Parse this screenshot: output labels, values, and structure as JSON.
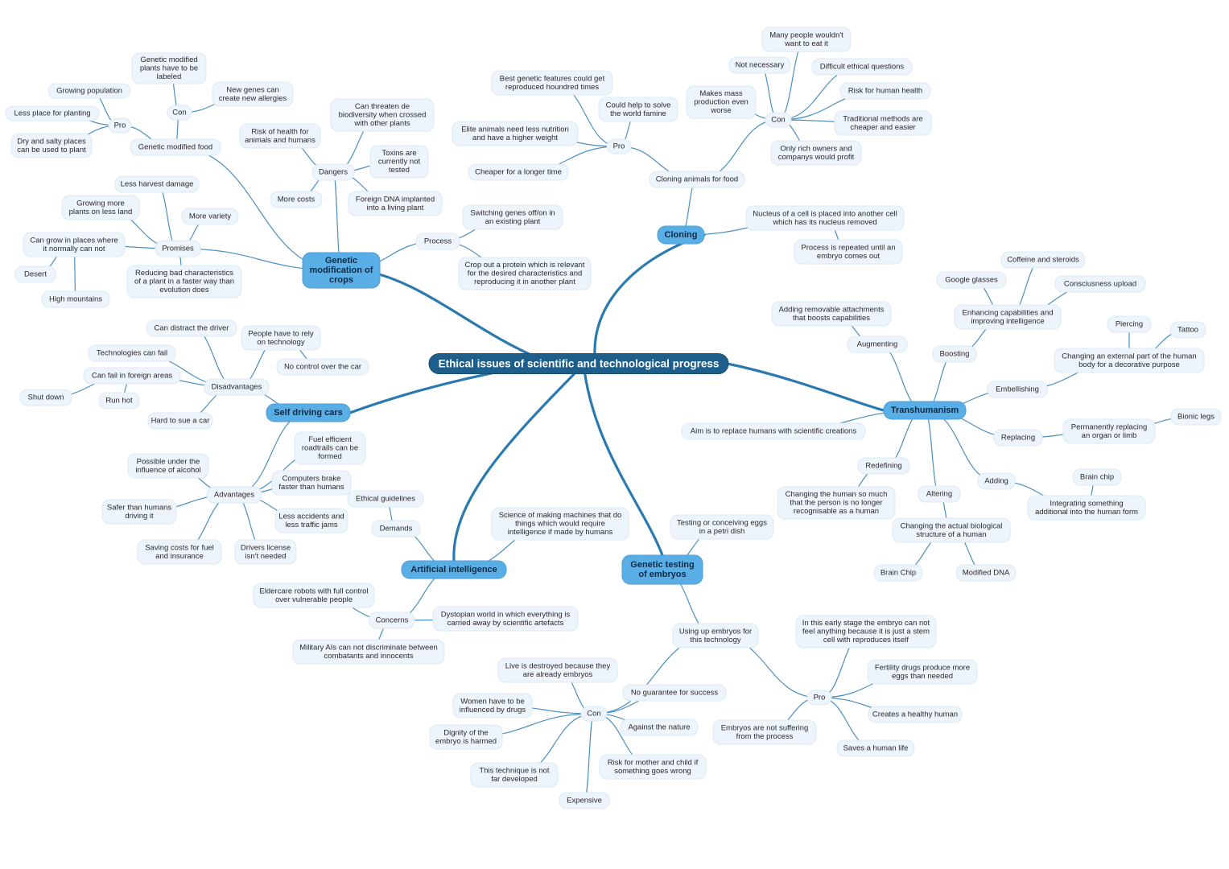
{
  "title": "Ethical issues of scientific and technological progress",
  "nodes": {
    "gmc": "Genetic modification of crops",
    "gmf": "Genetic modified food",
    "gmf_pro": "Pro",
    "growing_population": "Growing population",
    "less_place": "Less place for planting",
    "dry_salty": "Dry and salty places can be used to plant",
    "gmf_con": "Con",
    "labeled": "Genetic modified plants have to be labeled",
    "new_allergies": "New genes can create new allergies",
    "dangers": "Dangers",
    "risk_health": "Risk for health for animals and humans",
    "biodiversity": "Can threaten de biodiversity when crossed with other plants",
    "toxins": "Toxins are currently not tested",
    "more_costs": "More costs",
    "foreign_dna": "Foreign DNA implanted into a living plant",
    "promises": "Promises",
    "less_harvest": "Less harvest damage",
    "more_plants": "Growing more plants on less land",
    "more_variety": "More variety",
    "grow_places": "Can grow in places where it normally can not",
    "desert": "Desert",
    "high_mountains": "High mountains",
    "reducing_bad": "Reducing bad characteristics of a plant in a faster way than evolution does",
    "process": "Process",
    "switching_genes": "Switching genes off/on in an existing plant",
    "crop_out": "Crop out a protein which is relevant for the desired characteristics and reproducing it in another plant",
    "cloning": "Cloning",
    "cloning_food": "Cloning animals for food",
    "cl_pro": "Pro",
    "best_features": "Best genetic features could get reproduced houndred times",
    "solve_famine": "Could help to solve the world famine",
    "elite_animals": "Elite animals need less nutrition and have a higher weight",
    "cheaper_time": "Cheaper for a longer time",
    "cl_con": "Con",
    "wouldnt_eat": "Many people wouldn't want to eat it",
    "not_necessary": "Not necessary",
    "difficult_ethical": "Difficult ethical questions",
    "risk_human_health": "Risk for human health",
    "mass_production": "Makes mass production even worse",
    "traditional": "Traditional methods are cheaper and easier",
    "rich_owners": "Only rich owners and companys would profit",
    "nucleus": "Nucleus of a cell is placed into another cell which has its nucleus removed",
    "process_repeated": "Process is repeated until an embryo comes out",
    "trans": "Transhumanism",
    "coffeine": "Coffeine and steroids",
    "google_glasses": "Google glasses",
    "consciousness": "Consciusness upload",
    "enhancing": "Enhancing capabilities and improving intelligence",
    "boosting": "Boosting",
    "removable": "Adding removable attachments that boosts capabilities",
    "augmenting": "Augmenting",
    "piercing": "Piercing",
    "tattoo": "Tattoo",
    "changing_external": "Changing an external part of the human body for a decorative purpose",
    "embellishing": "Embellishing",
    "aim": "Aim is to replace humans with scientific creations",
    "bionic_legs": "Bionic legs",
    "permanently": "Permanently replacing an organ or limb",
    "replacing": "Replacing",
    "redefining": "Redefining",
    "changing_human": "Changing the human so much that the person is no longer recognisable as a human",
    "altering": "Altering",
    "adding": "Adding",
    "brain_chip_r": "Brain chip",
    "integrating": "Integrating something additional into the human form",
    "changing_bio": "Changing the actual biological structure of a human",
    "brain_chip_l": "Brain Chip",
    "modified_dna": "Modified DNA",
    "sdc": "Self driving cars",
    "disadvantages": "Disadvantages",
    "distract": "Can distract the driver",
    "rely_tech": "People have to rely on technology",
    "no_control": "No control over the car",
    "tech_fail": "Technologies can fail",
    "foreign_areas": "Can fail in foreign areas",
    "shut_down": "Shut down",
    "run_hot": "Run hot",
    "hard_sue": "Hard to sue a car",
    "advantages": "Advantages",
    "fuel_efficient": "Fuel efficient roadtrails can be formed",
    "alcohol": "Possible under the influence of alcohol",
    "brake_faster": "Computers brake faster than humans",
    "safer": "Safer than humans driving it",
    "less_accidents": "Less accidents and less traffic jams",
    "saving_costs": "Saving costs for fuel and insurance",
    "license": "Drivers license isn't needed",
    "ai": "Artificial intelligence",
    "ai_def": "Science of making machines that do things which would require intelligence if made by humans",
    "demands": "Demands",
    "ethical_guidelines": "Ethical guidelines",
    "concerns": "Concerns",
    "eldercare": "Eldercare robots with full control over vulnerable people",
    "dystopian": "Dystopian world in which everything is carried away by scientific artefacts",
    "military": "Military AIs can not discriminate between combatants and innocents",
    "gte": "Genetic testing of embryos",
    "petri": "Testing or conceiving eggs in a petri dish",
    "using_embryos": "Using up embryos for this technology",
    "ge_con": "Con",
    "life_destroyed": "Live is destroyed because they are already embryos",
    "no_guarantee": "No guarantee for success",
    "women_drugs": "Women have to be influenced by drugs",
    "against_nature": "Against the nature",
    "dignity": "Dignity of the embryo is harmed",
    "not_developed": "This technique is not far developed",
    "risk_mother": "Risk for mother and child if something goes wrong",
    "expensive": "Expensive",
    "ge_pro": "Pro",
    "early_stage": "In this early stage the embryo can not feel anything because it is just a stem cell with reproduces itself",
    "fertility": "Fertility drugs produce more eggs than needed",
    "healthy_human": "Creates a healthy human",
    "not_suffering": "Embryos are not suffering from the process",
    "saves_life": "Saves a human life"
  }
}
